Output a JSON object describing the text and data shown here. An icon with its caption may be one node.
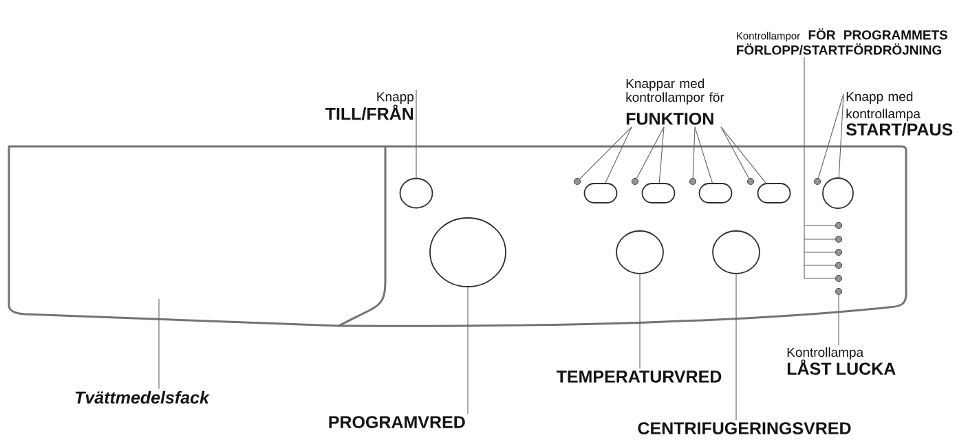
{
  "diagram": {
    "nodes": [
      {
        "text": [
          "Kontrollampor",
          "FÖR PROGRAMMETS FÖRLOPP/STARTFÖRDRÖJNING"
        ]
      },
      {
        "text": [
          "Knapp",
          "TILL/FRÅN"
        ]
      },
      {
        "text": [
          "Knappar med kontrollampor för",
          "FUNKTION"
        ]
      },
      {
        "text": [
          "Knapp med kontrollampa",
          "START/PAUS"
        ]
      },
      {
        "text": [],
        "shape": "box"
      },
      {
        "text": [],
        "shape": "circle"
      },
      {
        "text": [],
        "shape": "circle"
      },
      {
        "text": [],
        "shape": "oval"
      },
      {
        "text": [],
        "shape": "circle"
      },
      {
        "text": [],
        "shape": "oval"
      },
      {
        "text": [],
        "shape": "circle"
      },
      {
        "text": [],
        "shape": "oval"
      },
      {
        "text": [],
        "shape": "circle"
      },
      {
        "text": [],
        "shape": "oval"
      },
      {
        "text": [],
        "shape": "circle"
      },
      {
        "text": [],
        "shape": "circle"
      },
      {
        "text": [],
        "shape": "circle"
      },
      {
        "text": [],
        "shape": "circle"
      },
      {
        "text": [],
        "shape": "circle"
      },
      {
        "text": [],
        "shape": "circle"
      },
      {
        "text": [],
        "shape": "circle"
      },
      {
        "text": [],
        "shape": "circle"
      },
      {
        "text": [],
        "shape": "circle"
      },
      {
        "text": [],
        "shape": "circle"
      },
      {
        "text": [],
        "shape": "circle"
      },
      {
        "text": [
          "Kontrollampa",
          "LÅST LUCKA"
        ]
      },
      {
        "text": [
          "TEMPERATURVRED"
        ]
      },
      {
        "text": [
          "Tvättmedelsfack"
        ]
      },
      {
        "text": [
          "PROGRAMVRED"
        ]
      },
      {
        "text": [
          "CENTRIFUGERINGSVRED"
        ]
      }
    ],
    "edges": [
      {
        "from": 0,
        "to": 19,
        "arrow": "none"
      },
      {
        "from": 0,
        "to": 20,
        "arrow": "none"
      },
      {
        "from": 0,
        "to": 21,
        "arrow": "none"
      },
      {
        "from": 0,
        "to": 22,
        "arrow": "none"
      },
      {
        "from": 0,
        "to": 23,
        "arrow": "none"
      },
      {
        "from": 1,
        "to": 5,
        "arrow": "none"
      },
      {
        "from": 2,
        "to": 6,
        "arrow": "none"
      },
      {
        "from": 2,
        "to": 7,
        "arrow": "none"
      },
      {
        "from": 2,
        "to": 8,
        "arrow": "none"
      },
      {
        "from": 2,
        "to": 9,
        "arrow": "none"
      },
      {
        "from": 2,
        "to": 10,
        "arrow": "none"
      },
      {
        "from": 2,
        "to": 11,
        "arrow": "none"
      },
      {
        "from": 2,
        "to": 12,
        "arrow": "none"
      },
      {
        "from": 2,
        "to": 13,
        "arrow": "none"
      },
      {
        "from": 3,
        "to": 14,
        "arrow": "none"
      },
      {
        "from": 3,
        "to": 15,
        "arrow": "none"
      },
      {
        "from": 25,
        "to": 24,
        "arrow": "none"
      },
      {
        "from": 26,
        "to": 17,
        "arrow": "none"
      },
      {
        "from": 27,
        "to": 4,
        "arrow": "none"
      },
      {
        "from": 28,
        "to": 16,
        "arrow": "none"
      },
      {
        "from": 29,
        "to": 18,
        "arrow": "none"
      }
    ]
  }
}
